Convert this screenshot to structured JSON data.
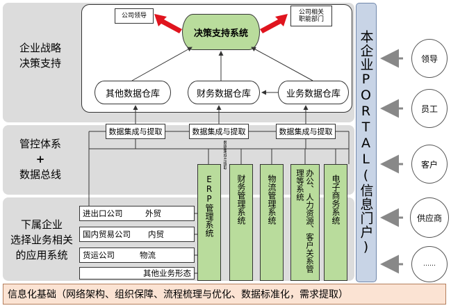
{
  "bands": {
    "strategy": "企业战略\n决策支持",
    "control_top": "管控体系",
    "control_plus": "+",
    "control_bottom": "数据总线",
    "subsidiary": "下属企业\n选择业务相关\n的应用系统"
  },
  "top_panel": {
    "decision_system": "决策支持系统",
    "company_leader": "公司领导",
    "related_depts": "公司相关\n职能部门",
    "warehouses": [
      "其他数据仓库",
      "财务数据仓库",
      "业务数据仓库"
    ]
  },
  "integration_bars": [
    "数据集成与提取",
    "数据集成与提取",
    "数据集成与提取"
  ],
  "bus_label": "数据集成与提取",
  "systems": [
    "ERP管理系统",
    "财务管理系统",
    "物流管理系统",
    "办公、人力资源、客户关系管理等系统",
    "电子商务系统"
  ],
  "companies": [
    {
      "name": "进出口公司",
      "business": "外贸"
    },
    {
      "name": "国内贸易公司",
      "business": "内贸"
    },
    {
      "name": "货运公司",
      "business": "物流"
    }
  ],
  "other_business": "其他业务形态",
  "portal": "本企业PORTAL(信息门户)",
  "users": [
    "领导",
    "员工",
    "客户",
    "供应商",
    "……"
  ],
  "foundation": "信息化基础（网络架构、组织保障、流程梳理与优化、数据标准化，需求提取）",
  "colors": {
    "band_gray": "#dcdcdc",
    "system_green": "#b9dc9c",
    "portal_blue": "#c8d4e6",
    "foundation_peach": "#fbe3d3",
    "arrow_red": "#e0141e"
  }
}
